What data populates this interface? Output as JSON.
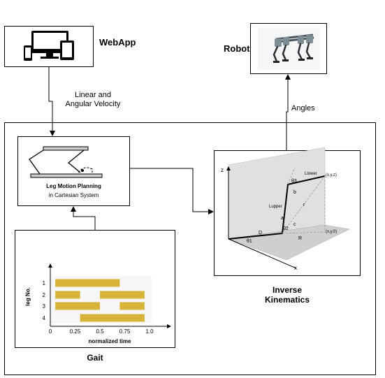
{
  "nodes": {
    "webapp": {
      "label": "WebApp"
    },
    "robot": {
      "label": "Robot"
    },
    "leg_motion": {
      "title": "Leg Motion Planning",
      "subtitle": "in Cartesian System"
    },
    "inverse_kinematics": {
      "label_line1": "Inverse",
      "label_line2": "Kinematics"
    },
    "gait": {
      "label": "Gait"
    }
  },
  "edges": {
    "velocity": {
      "line1": "Linear and",
      "line2": "Angular Velocity"
    },
    "angles": {
      "label": "Angles"
    }
  },
  "ik_figure": {
    "axis_z": "z",
    "axis_x": "x",
    "point_xyz": "(x,y,z)",
    "point_xy0": "(x,y,0)",
    "theta1": "θ1",
    "theta2": "θ2",
    "theta3": "θ3",
    "l_upper": "Lupper",
    "l_lower": "Llower",
    "a": "a",
    "b": "b",
    "c": "c",
    "r": "r",
    "D": "D",
    "R": "R"
  },
  "colors": {
    "gait_bar": "#D8B33A",
    "ik_plane": "#D3D3D3",
    "robot_body": "#7E8C95"
  },
  "chart_data": {
    "type": "bar",
    "ylabel": "leg No.",
    "xlabel": "normalized time",
    "xticks": [
      "0",
      "0.25",
      "0.5",
      "0.75",
      "1.0"
    ],
    "xlim": [
      0,
      1
    ],
    "yticks": [
      "1",
      "2",
      "3",
      "4"
    ],
    "series": [
      {
        "leg": "1",
        "segments": [
          [
            0.05,
            0.7
          ]
        ]
      },
      {
        "leg": "2",
        "segments": [
          [
            0.05,
            0.3
          ],
          [
            0.5,
            0.95
          ]
        ]
      },
      {
        "leg": "3",
        "segments": [
          [
            0.05,
            0.5
          ],
          [
            0.7,
            0.95
          ]
        ]
      },
      {
        "leg": "4",
        "segments": [
          [
            0.3,
            0.95
          ]
        ]
      }
    ]
  }
}
